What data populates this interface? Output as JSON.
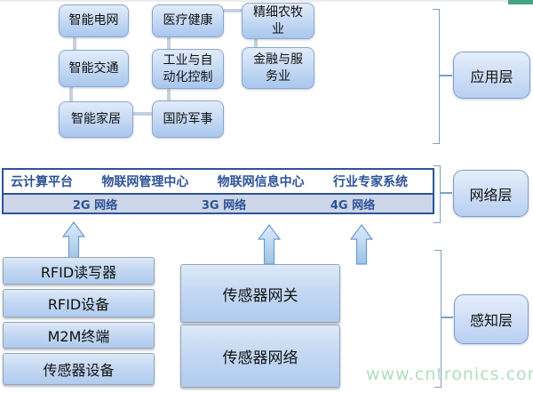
{
  "app": {
    "label": "应用层",
    "boxes": [
      {
        "label": "智能电网"
      },
      {
        "label": "医疗健康"
      },
      {
        "label": "精细农牧业"
      },
      {
        "label": "智能交通"
      },
      {
        "label": "工业与自动化控制"
      },
      {
        "label": "金融与服务业"
      },
      {
        "label": "智能家居"
      },
      {
        "label": "国防军事"
      }
    ]
  },
  "net": {
    "label": "网络层",
    "platforms": [
      {
        "label": "云计算平台"
      },
      {
        "label": "物联网管理中心"
      },
      {
        "label": "物联网信息中心"
      },
      {
        "label": "行业专家系统"
      }
    ],
    "networks": [
      {
        "label": "2G 网络"
      },
      {
        "label": "3G 网络"
      },
      {
        "label": "4G 网络"
      }
    ]
  },
  "perc": {
    "label": "感知层",
    "devices": [
      {
        "label": "RFID读写器"
      },
      {
        "label": "RFID设备"
      },
      {
        "label": "M2M终端"
      },
      {
        "label": "传感器设备"
      }
    ],
    "sensors": [
      {
        "label": "传感器网关"
      },
      {
        "label": "传感器网络"
      }
    ]
  },
  "watermark": "www.cntronics.com",
  "colors": {
    "box_border": "#8ba7cc",
    "navy": "#2e5395",
    "bracket": "#7e9ec6",
    "watermark_green": "#b2dcc1",
    "corner_green": "#43a488"
  }
}
